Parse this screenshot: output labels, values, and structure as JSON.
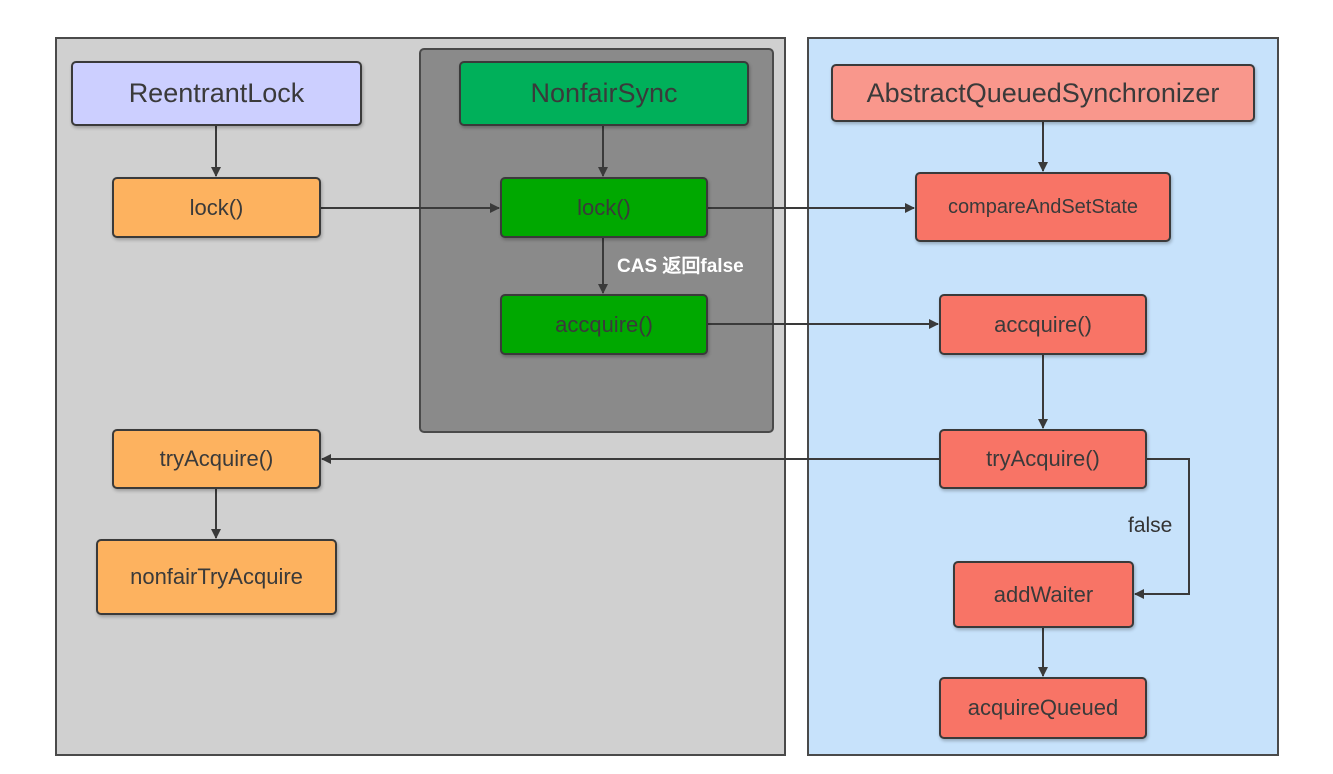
{
  "colors": {
    "region_left_bg": "#d0d0d0",
    "region_inner_bg": "#8a8a8a",
    "region_right_bg": "#c7e2fb",
    "reentrant_lock": "#cccfff",
    "reentrant_methods": "#fdb25f",
    "nonfair_sync": "#00b05a",
    "nonfair_methods": "#00a800",
    "aqs": "#f9978c",
    "aqs_methods": "#f87466",
    "edge": "#3a3a3a"
  },
  "nodes": {
    "reentrant_lock": "ReentrantLock",
    "rl_lock": "lock()",
    "rl_try_acquire": "tryAcquire()",
    "nonfair_try_acquire": "nonfairTryAcquire",
    "nonfair_sync": "NonfairSync",
    "ns_lock": "lock()",
    "ns_acquire": "accquire()",
    "aqs": "AbstractQueuedSynchronizer",
    "compare_and_set_state": "compareAndSetState",
    "aqs_acquire": "accquire()",
    "aqs_try_acquire": "tryAcquire()",
    "add_waiter": "addWaiter",
    "acquire_queued": "acquireQueued"
  },
  "edge_labels": {
    "cas_false": "CAS 返回false",
    "false": "false"
  }
}
